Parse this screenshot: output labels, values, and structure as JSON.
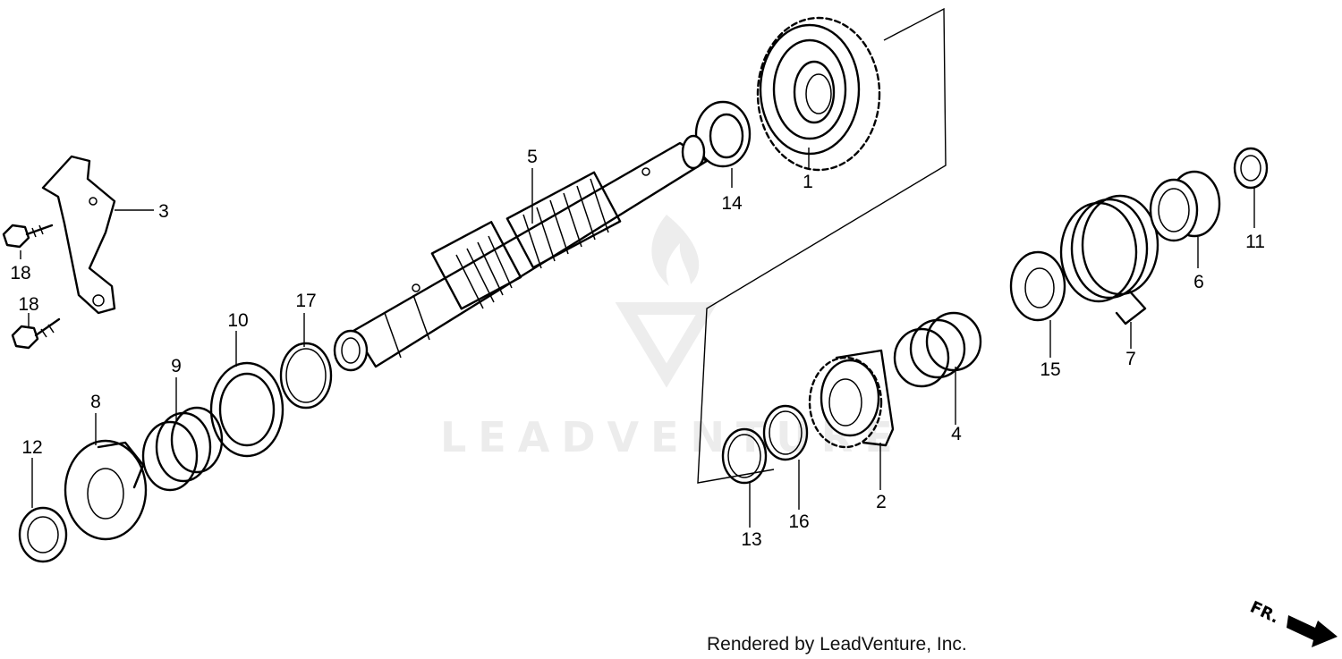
{
  "watermark": {
    "brand": "LEADVENTURE"
  },
  "credit": {
    "text": "Rendered by LeadVenture, Inc."
  },
  "direction": {
    "label": "FR."
  },
  "callouts": {
    "c1": "1",
    "c2": "2",
    "c3": "3",
    "c4": "4",
    "c5": "5",
    "c6": "6",
    "c7": "7",
    "c8": "8",
    "c9": "9",
    "c10": "10",
    "c11": "11",
    "c12": "12",
    "c13": "13",
    "c14": "14",
    "c15": "15",
    "c16": "16",
    "c17": "17",
    "c18a": "18",
    "c18b": "18"
  }
}
